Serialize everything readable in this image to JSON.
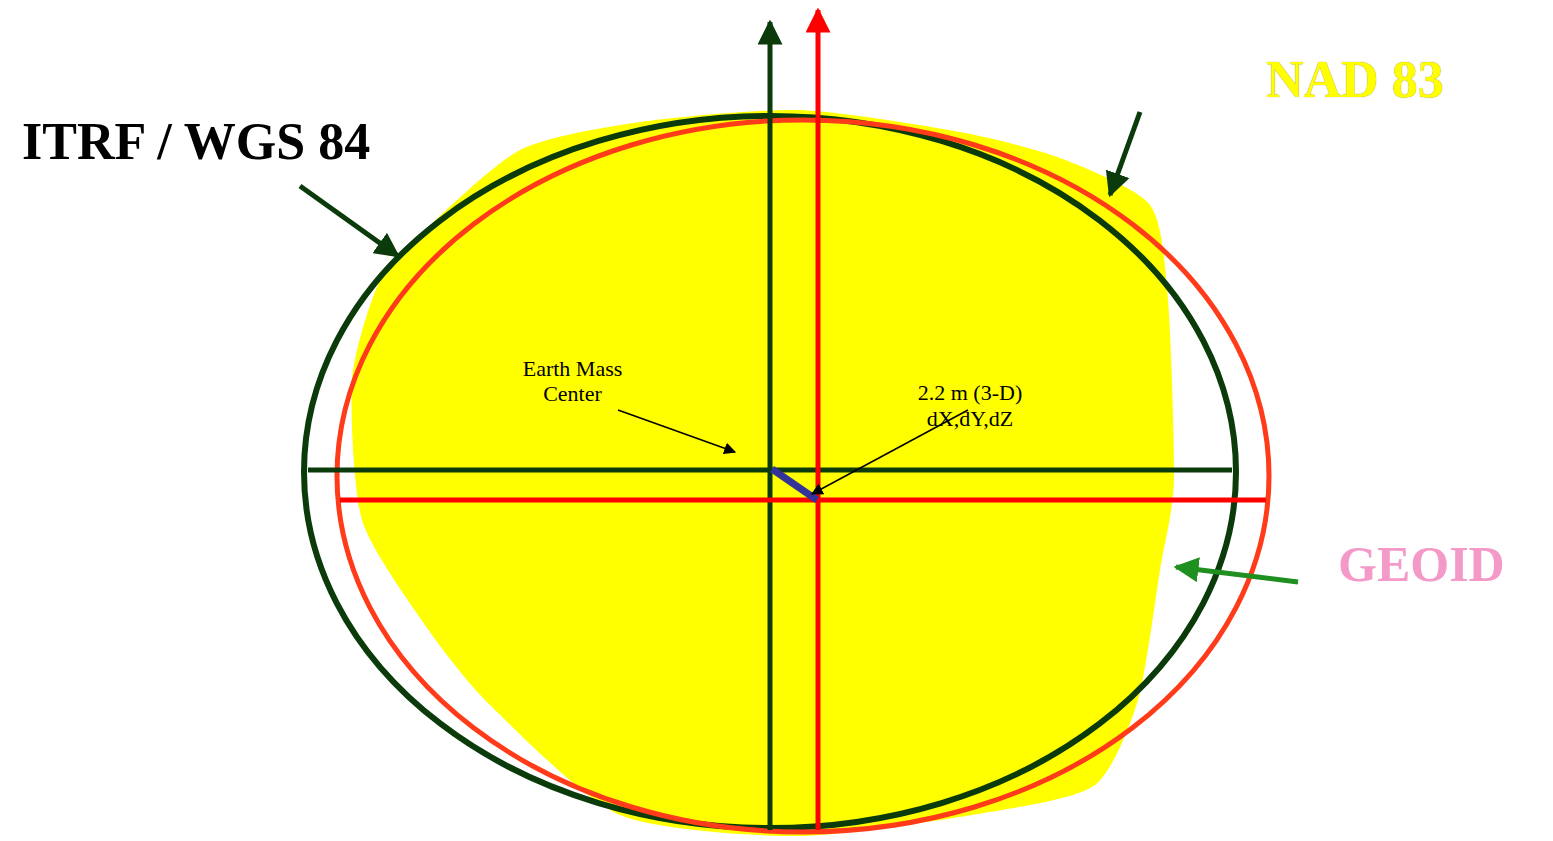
{
  "diagram": {
    "labels": [
      "ITRF / WGS 84",
      "NAD 83",
      "GEOID",
      "Earth Mass Center",
      "2.2 m (3-D)",
      "dX,dY,dZ"
    ]
  }
}
